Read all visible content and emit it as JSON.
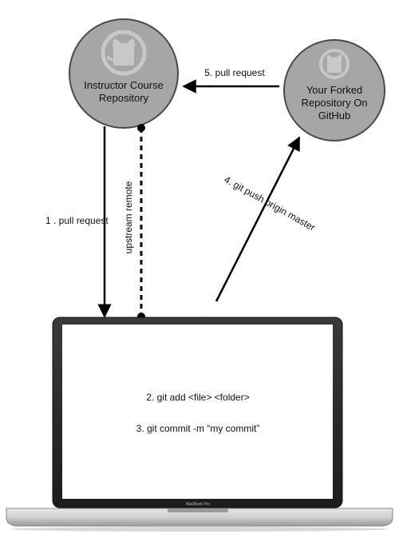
{
  "nodes": {
    "instructor_repo": {
      "line1": "Instructor Course",
      "line2": "Repository",
      "icon": "github-octocat-icon"
    },
    "forked_repo": {
      "line1": "Your Forked",
      "line2": "Repository On",
      "line3": "GitHub",
      "icon": "github-octocat-icon"
    },
    "laptop": {
      "brand": "MacBook Pro",
      "screen_lines": [
        "2. git add <file> <folder>",
        "3. git commit -m “my commit”"
      ]
    }
  },
  "edges": {
    "pull_request_1": "1 . pull request",
    "upstream_remote": "upstream remote",
    "git_push": "4. git push origin master",
    "pull_request_5": "5. pull request"
  },
  "colors": {
    "circle_fill": "#a6a6a6",
    "circle_stroke": "#4a4a4a",
    "icon_color": "#c8c8c8",
    "arrow": "#000000",
    "laptop_bezel": "#2a2a2a"
  }
}
